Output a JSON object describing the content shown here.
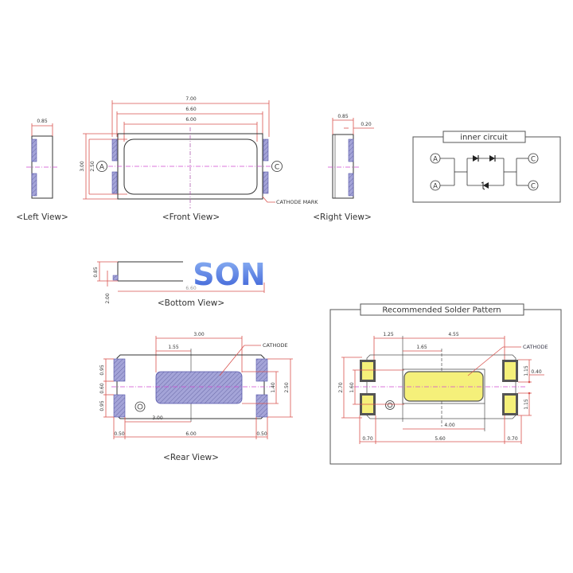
{
  "colors": {
    "dimension_line": "#d9534f",
    "outline": "#333333",
    "center_line": "#d04ad0",
    "hatch_fill": "#9a9ad6",
    "pad_fill": "#f5f07a",
    "watermark": "#4a7ee0"
  },
  "front_view": {
    "label": "<Front View>",
    "dim_total_width": "7.00",
    "dim_body_width": "6.60",
    "dim_lens_width": "6.00",
    "dim_total_height": "3.00",
    "dim_lens_height": "2.50",
    "terminal_left": "A",
    "terminal_right": "C",
    "cathode_mark_label": "CATHODE MARK"
  },
  "left_view": {
    "label": "<Left View>",
    "dim_depth": "0.85"
  },
  "right_view": {
    "label": "<Right View>",
    "dim_depth": "0.85",
    "dim_lead": "0.20"
  },
  "inner_circuit": {
    "title": "inner circuit",
    "anode_1": "A",
    "anode_2": "A",
    "cathode_1": "C",
    "cathode_2": "C"
  },
  "bottom_view": {
    "label": "<Bottom View>",
    "dim_height": "0.85",
    "dim_lead": "2.00",
    "dim_width": "6.60",
    "watermark": "SON"
  },
  "rear_view": {
    "label": "<Rear View>",
    "cathode_label": "CATHODE",
    "dim_pad_span": "3.00",
    "dim_pad_offset": "1.55",
    "dim_center_offset": "3.00",
    "dim_inner_width": "6.00",
    "dim_left_pad": "0.50",
    "dim_right_pad": "0.50",
    "dim_top_pad_h": "0.95",
    "dim_gap": "0.60",
    "dim_bottom_pad_h": "0.95",
    "dim_pad_height": "1.40",
    "dim_total_height": "2.50"
  },
  "solder_pattern": {
    "title": "Recommended Solder Pattern",
    "cathode_label": "CATHODE",
    "dim_left_offset": "1.25",
    "dim_pad_span": "4.55",
    "dim_pad_offset": "1.65",
    "dim_center_pad_width": "4.00",
    "dim_total_width": "5.60",
    "dim_left_pad": "0.70",
    "dim_right_pad": "0.70",
    "dim_total_height": "2.70",
    "dim_center_pad_height": "1.60",
    "dim_top_pad_h": "1.15",
    "dim_gap": "0.40",
    "dim_bottom_pad_h": "1.15"
  }
}
